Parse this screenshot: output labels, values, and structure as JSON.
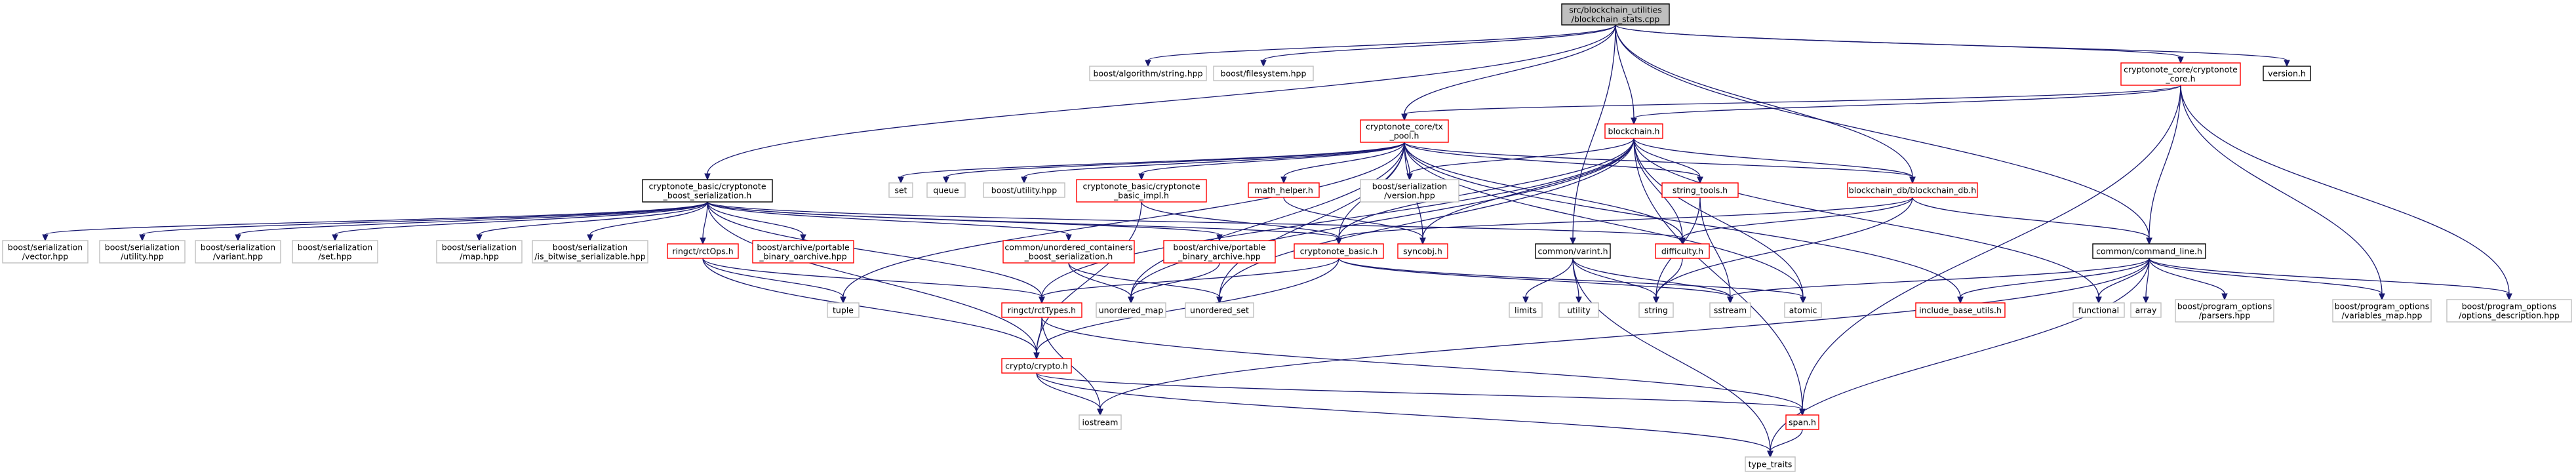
{
  "graph": {
    "colors": {
      "edge": "#191970",
      "root_fill": "#bfbfbf",
      "linked_border": "#000000",
      "missing_border": "#ff0000",
      "external_border": "#bfbfbf"
    },
    "nodes": [
      {
        "id": "root",
        "lines": [
          "src/blockchain_utilities",
          "/blockchain_stats.cpp"
        ],
        "style": "root"
      },
      {
        "id": "alg",
        "lines": [
          "boost/algorithm/string.hpp"
        ],
        "style": "gray"
      },
      {
        "id": "fs",
        "lines": [
          "boost/filesystem.hpp"
        ],
        "style": "gray"
      },
      {
        "id": "ccore",
        "lines": [
          "cryptonote_core/cryptonote",
          "_core.h"
        ],
        "style": "red"
      },
      {
        "id": "ver",
        "lines": [
          "version.h"
        ],
        "style": "black"
      },
      {
        "id": "txpool",
        "lines": [
          "cryptonote_core/tx",
          "_pool.h"
        ],
        "style": "red"
      },
      {
        "id": "bch",
        "lines": [
          "blockchain.h"
        ],
        "style": "red"
      },
      {
        "id": "cbser",
        "lines": [
          "cryptonote_basic/cryptonote",
          "_boost_serialization.h"
        ],
        "style": "black"
      },
      {
        "id": "set",
        "lines": [
          "set"
        ],
        "style": "gray"
      },
      {
        "id": "queue",
        "lines": [
          "queue"
        ],
        "style": "gray"
      },
      {
        "id": "util",
        "lines": [
          "boost/utility.hpp"
        ],
        "style": "gray"
      },
      {
        "id": "cbimpl",
        "lines": [
          "cryptonote_basic/cryptonote",
          "_basic_impl.h"
        ],
        "style": "red"
      },
      {
        "id": "math",
        "lines": [
          "math_helper.h"
        ],
        "style": "red"
      },
      {
        "id": "bsver",
        "lines": [
          "boost/serialization",
          "/version.hpp"
        ],
        "style": "gray"
      },
      {
        "id": "strt",
        "lines": [
          "string_tools.h"
        ],
        "style": "red"
      },
      {
        "id": "bcdb",
        "lines": [
          "blockchain_db/blockchain_db.h"
        ],
        "style": "red"
      },
      {
        "id": "bsvec",
        "lines": [
          "boost/serialization",
          "/vector.hpp"
        ],
        "style": "gray"
      },
      {
        "id": "bsutil",
        "lines": [
          "boost/serialization",
          "/utility.hpp"
        ],
        "style": "gray"
      },
      {
        "id": "bsvar",
        "lines": [
          "boost/serialization",
          "/variant.hpp"
        ],
        "style": "gray"
      },
      {
        "id": "bsset",
        "lines": [
          "boost/serialization",
          "/set.hpp"
        ],
        "style": "gray"
      },
      {
        "id": "bsmap",
        "lines": [
          "boost/serialization",
          "/map.hpp"
        ],
        "style": "gray"
      },
      {
        "id": "bsbit",
        "lines": [
          "boost/serialization",
          "/is_bitwise_serializable.hpp"
        ],
        "style": "gray"
      },
      {
        "id": "rctops",
        "lines": [
          "ringct/rctOps.h"
        ],
        "style": "red"
      },
      {
        "id": "portable",
        "lines": [
          "boost/archive/portable",
          "_binary_oarchive.hpp"
        ],
        "style": "red"
      },
      {
        "id": "unordser",
        "lines": [
          "common/unordered_containers",
          "_boost_serialization.h"
        ],
        "style": "red"
      },
      {
        "id": "portarch",
        "lines": [
          "boost/archive/portable",
          "_binary_archive.hpp"
        ],
        "style": "red"
      },
      {
        "id": "cbasic",
        "lines": [
          "cryptonote_basic.h"
        ],
        "style": "red"
      },
      {
        "id": "syncobj",
        "lines": [
          "syncobj.h"
        ],
        "style": "red"
      },
      {
        "id": "diff",
        "lines": [
          "difficulty.h"
        ],
        "style": "red"
      },
      {
        "id": "varint",
        "lines": [
          "common/varint.h"
        ],
        "style": "black"
      },
      {
        "id": "cmdline",
        "lines": [
          "common/command_line.h"
        ],
        "style": "black"
      },
      {
        "id": "tuple",
        "lines": [
          "tuple"
        ],
        "style": "gray"
      },
      {
        "id": "rcttypes",
        "lines": [
          "ringct/rctTypes.h"
        ],
        "style": "red"
      },
      {
        "id": "umap",
        "lines": [
          "unordered_map"
        ],
        "style": "gray"
      },
      {
        "id": "uset",
        "lines": [
          "unordered_set"
        ],
        "style": "gray"
      },
      {
        "id": "limits",
        "lines": [
          "limits"
        ],
        "style": "gray"
      },
      {
        "id": "utility",
        "lines": [
          "utility"
        ],
        "style": "gray"
      },
      {
        "id": "string",
        "lines": [
          "string"
        ],
        "style": "gray"
      },
      {
        "id": "sstream",
        "lines": [
          "sstream"
        ],
        "style": "gray"
      },
      {
        "id": "atomic",
        "lines": [
          "atomic"
        ],
        "style": "gray"
      },
      {
        "id": "incbase",
        "lines": [
          "include_base_utils.h"
        ],
        "style": "red"
      },
      {
        "id": "func",
        "lines": [
          "functional"
        ],
        "style": "gray"
      },
      {
        "id": "array",
        "lines": [
          "array"
        ],
        "style": "gray"
      },
      {
        "id": "parsers",
        "lines": [
          "boost/program_options",
          "/parsers.hpp"
        ],
        "style": "gray"
      },
      {
        "id": "varmap",
        "lines": [
          "boost/program_options",
          "/variables_map.hpp"
        ],
        "style": "gray"
      },
      {
        "id": "optdesc",
        "lines": [
          "boost/program_options",
          "/options_description.hpp"
        ],
        "style": "gray"
      },
      {
        "id": "crypto",
        "lines": [
          "crypto/crypto.h"
        ],
        "style": "red"
      },
      {
        "id": "iostream",
        "lines": [
          "iostream"
        ],
        "style": "gray"
      },
      {
        "id": "span",
        "lines": [
          "span.h"
        ],
        "style": "red"
      },
      {
        "id": "ttraits",
        "lines": [
          "type_traits"
        ],
        "style": "gray"
      }
    ],
    "edges": [
      [
        "root",
        "alg"
      ],
      [
        "root",
        "fs"
      ],
      [
        "root",
        "ccore"
      ],
      [
        "root",
        "ver"
      ],
      [
        "root",
        "txpool"
      ],
      [
        "root",
        "bch"
      ],
      [
        "root",
        "cbser"
      ],
      [
        "root",
        "bcdb"
      ],
      [
        "root",
        "varint"
      ],
      [
        "root",
        "cmdline"
      ],
      [
        "ccore",
        "txpool"
      ],
      [
        "ccore",
        "bch"
      ],
      [
        "ccore",
        "cmdline"
      ],
      [
        "ccore",
        "varmap"
      ],
      [
        "ccore",
        "optdesc"
      ],
      [
        "ccore",
        "span"
      ],
      [
        "txpool",
        "set"
      ],
      [
        "txpool",
        "queue"
      ],
      [
        "txpool",
        "util"
      ],
      [
        "txpool",
        "cbimpl"
      ],
      [
        "txpool",
        "math"
      ],
      [
        "txpool",
        "bsver"
      ],
      [
        "txpool",
        "strt"
      ],
      [
        "txpool",
        "bcdb"
      ],
      [
        "txpool",
        "syncobj"
      ],
      [
        "txpool",
        "cbasic"
      ],
      [
        "txpool",
        "diff"
      ],
      [
        "txpool",
        "tuple"
      ],
      [
        "txpool",
        "uset"
      ],
      [
        "txpool",
        "umap"
      ],
      [
        "txpool",
        "incbase"
      ],
      [
        "txpool",
        "atomic"
      ],
      [
        "bch",
        "bsver"
      ],
      [
        "bch",
        "strt"
      ],
      [
        "bch",
        "bcdb"
      ],
      [
        "bch",
        "syncobj"
      ],
      [
        "bch",
        "cbasic"
      ],
      [
        "bch",
        "diff"
      ],
      [
        "bch",
        "umap"
      ],
      [
        "bch",
        "uset"
      ],
      [
        "bch",
        "atomic"
      ],
      [
        "bch",
        "func"
      ],
      [
        "bch",
        "span"
      ],
      [
        "bch",
        "rcttypes"
      ],
      [
        "cbser",
        "bsvec"
      ],
      [
        "cbser",
        "bsutil"
      ],
      [
        "cbser",
        "bsvar"
      ],
      [
        "cbser",
        "bsset"
      ],
      [
        "cbser",
        "bsmap"
      ],
      [
        "cbser",
        "bsbit"
      ],
      [
        "cbser",
        "rctops"
      ],
      [
        "cbser",
        "portable"
      ],
      [
        "cbser",
        "unordser"
      ],
      [
        "cbser",
        "portarch"
      ],
      [
        "cbser",
        "cbasic"
      ],
      [
        "cbser",
        "diff"
      ],
      [
        "cbser",
        "crypto"
      ],
      [
        "cbser",
        "rcttypes"
      ],
      [
        "cbimpl",
        "cbasic"
      ],
      [
        "cbimpl",
        "crypto"
      ],
      [
        "math",
        "syncobj"
      ],
      [
        "strt",
        "string"
      ],
      [
        "strt",
        "sstream"
      ],
      [
        "bcdb",
        "cmdline"
      ],
      [
        "bcdb",
        "cbasic"
      ],
      [
        "bcdb",
        "diff"
      ],
      [
        "bcdb",
        "string"
      ],
      [
        "rctops",
        "crypto"
      ],
      [
        "rctops",
        "rcttypes"
      ],
      [
        "rctops",
        "tuple"
      ],
      [
        "unordser",
        "umap"
      ],
      [
        "unordser",
        "uset"
      ],
      [
        "portarch",
        "umap"
      ],
      [
        "cbasic",
        "rcttypes"
      ],
      [
        "cbasic",
        "crypto"
      ],
      [
        "cbasic",
        "sstream"
      ],
      [
        "cbasic",
        "atomic"
      ],
      [
        "diff",
        "string"
      ],
      [
        "varint",
        "limits"
      ],
      [
        "varint",
        "utility"
      ],
      [
        "varint",
        "string"
      ],
      [
        "varint",
        "sstream"
      ],
      [
        "varint",
        "ttraits"
      ],
      [
        "cmdline",
        "incbase"
      ],
      [
        "cmdline",
        "func"
      ],
      [
        "cmdline",
        "array"
      ],
      [
        "cmdline",
        "parsers"
      ],
      [
        "cmdline",
        "varmap"
      ],
      [
        "cmdline",
        "optdesc"
      ],
      [
        "cmdline",
        "sstream"
      ],
      [
        "cmdline",
        "iostream"
      ],
      [
        "cmdline",
        "ttraits"
      ],
      [
        "rcttypes",
        "crypto"
      ],
      [
        "rcttypes",
        "iostream"
      ],
      [
        "rcttypes",
        "span"
      ],
      [
        "crypto",
        "iostream"
      ],
      [
        "crypto",
        "span"
      ],
      [
        "crypto",
        "ttraits"
      ],
      [
        "span",
        "ttraits"
      ]
    ]
  }
}
